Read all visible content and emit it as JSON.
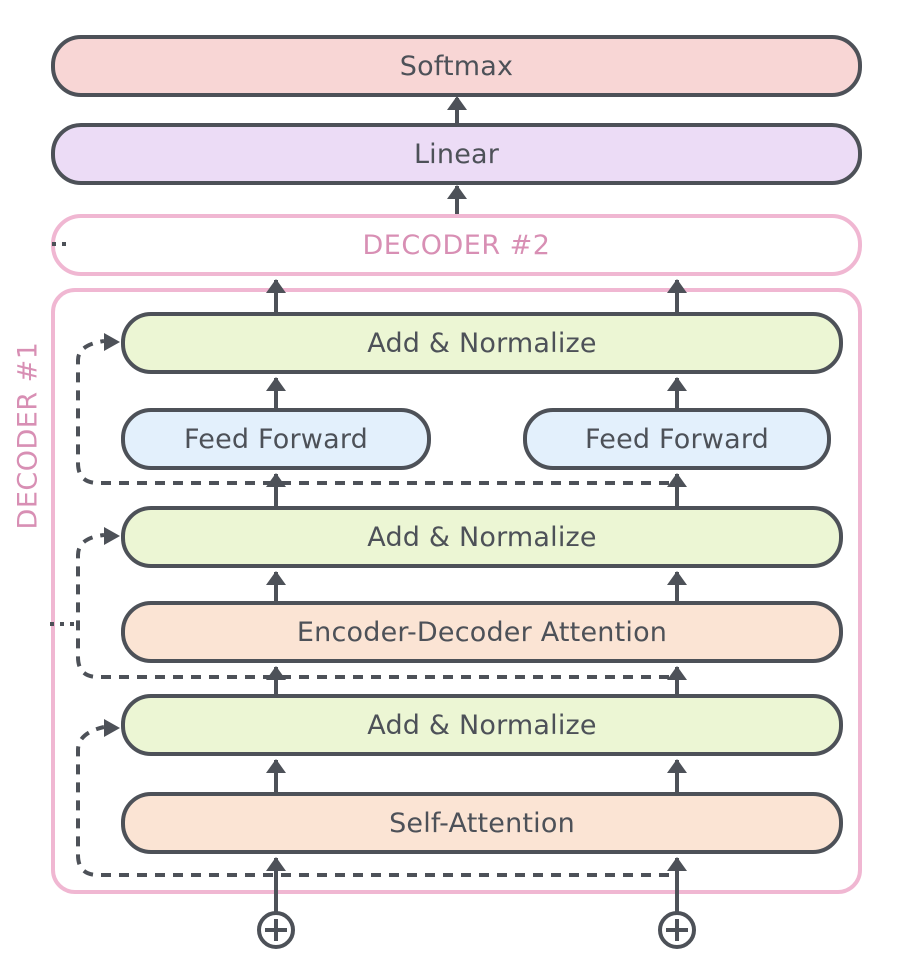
{
  "softmax": {
    "label": "Softmax"
  },
  "linear": {
    "label": "Linear"
  },
  "decoder2": {
    "label": "DECODER #2"
  },
  "decoder1": {
    "label": "DECODER #1",
    "add_normalize_top": "Add & Normalize",
    "feed_forward_left": "Feed Forward",
    "feed_forward_right": "Feed Forward",
    "add_normalize_middle": "Add & Normalize",
    "encoder_decoder_attention": "Encoder-Decoder Attention",
    "add_normalize_bottom": "Add & Normalize",
    "self_attention": "Self-Attention"
  },
  "colors": {
    "softmax": "#f8d6d5",
    "linear": "#ecdcf6",
    "add_normalize": "#ecf6d4",
    "feed_forward": "#e3f0fc",
    "attention": "#fbe4d4",
    "decoder_frame": "#f0b7d2",
    "decoder_text": "#d88fb4",
    "stroke": "#4d5158"
  },
  "icons": {
    "inputs": "circled-plus-icon"
  }
}
